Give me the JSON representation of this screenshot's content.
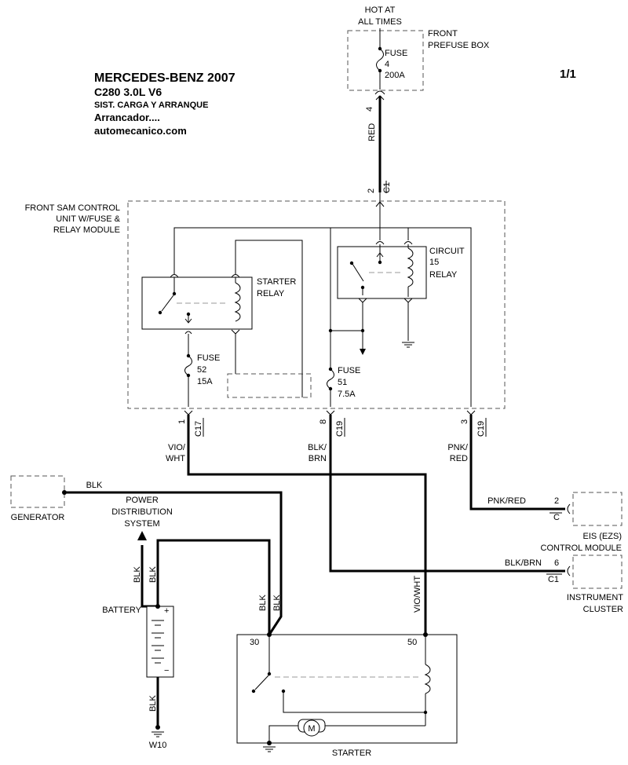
{
  "header": {
    "make_year": "MERCEDES-BENZ 2007",
    "model": "C280  3.0L  V6",
    "system": "SIST. CARGA Y ARRANQUE",
    "subsystem": "Arrancador....",
    "website": "automecanico.com",
    "page": "1/1"
  },
  "hot_at_all_times": [
    "HOT AT",
    "ALL TIMES"
  ],
  "prefuse_box": {
    "label": [
      "FRONT",
      "PREFUSE BOX"
    ],
    "fuse": [
      "FUSE",
      "4",
      "200A"
    ],
    "pin": "4"
  },
  "red_wire": "RED",
  "c1_connector": {
    "pin": "2",
    "name": "C1"
  },
  "front_sam": {
    "label": [
      "FRONT SAM CONTROL",
      "UNIT W/FUSE &",
      "RELAY MODULE"
    ],
    "starter_relay": [
      "STARTER",
      "RELAY"
    ],
    "circuit_relay": [
      "CIRCUIT",
      "15",
      "RELAY"
    ],
    "fuse52": [
      "FUSE",
      "52",
      "15A"
    ],
    "fuse51": [
      "FUSE",
      "51",
      "7.5A"
    ]
  },
  "connectors": {
    "c17": {
      "pin": "1",
      "name": "C17"
    },
    "c19_8": {
      "pin": "8",
      "name": "C19"
    },
    "c19_3": {
      "pin": "3",
      "name": "C19"
    }
  },
  "wires": {
    "vio_wht": [
      "VIO/",
      "WHT"
    ],
    "blk_brn": [
      "BLK/",
      "BRN"
    ],
    "pnk_red": [
      "PNK/",
      "RED"
    ],
    "pnk_red_h": "PNK/RED",
    "blk_brn_h": "BLK/BRN",
    "blk": "BLK",
    "vio_wht_v": "VIO/WHT"
  },
  "generator": "GENERATOR",
  "power_distribution": [
    "POWER",
    "DISTRIBUTION",
    "SYSTEM"
  ],
  "battery": {
    "label": "BATTERY",
    "plus": "+",
    "minus": "−"
  },
  "ground_w10": "W10",
  "eis": {
    "pin": "2",
    "conn": "C",
    "label": [
      "EIS (EZS)",
      "CONTROL MODULE"
    ]
  },
  "cluster": {
    "pin": "6",
    "conn": "C1",
    "label": [
      "INSTRUMENT",
      "CLUSTER"
    ]
  },
  "starter": {
    "label": "STARTER",
    "term30": "30",
    "term50": "50",
    "motor": "M"
  }
}
